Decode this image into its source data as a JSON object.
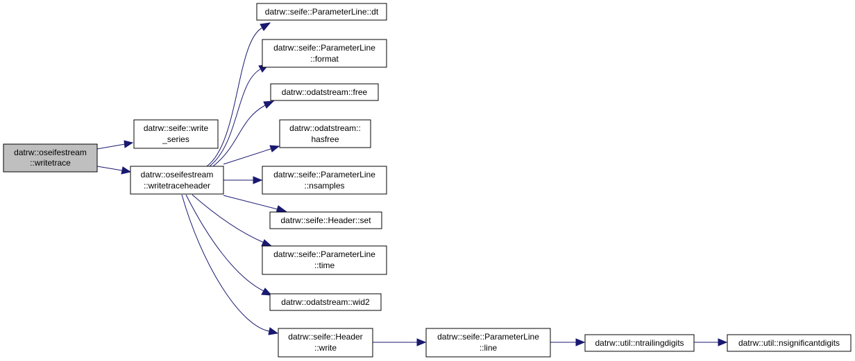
{
  "colors": {
    "edge": "#191970",
    "node_fill": "#ffffff",
    "root_fill": "#bfbfbf",
    "border": "#000000"
  },
  "nodes": {
    "root": {
      "lines": [
        "datrw::oseifestream",
        "::writetrace"
      ]
    },
    "write_series": {
      "lines": [
        "datrw::seife::write",
        "_series"
      ]
    },
    "writetraceheader": {
      "lines": [
        "datrw::oseifestream",
        "::writetraceheader"
      ]
    },
    "dt": {
      "lines": [
        "datrw::seife::ParameterLine::dt"
      ]
    },
    "format": {
      "lines": [
        "datrw::seife::ParameterLine",
        "::format"
      ]
    },
    "free": {
      "lines": [
        "datrw::odatstream::free"
      ]
    },
    "hasfree": {
      "lines": [
        "datrw::odatstream::",
        "hasfree"
      ]
    },
    "nsamples": {
      "lines": [
        "datrw::seife::ParameterLine",
        "::nsamples"
      ]
    },
    "header_set": {
      "lines": [
        "datrw::seife::Header::set"
      ]
    },
    "time": {
      "lines": [
        "datrw::seife::ParameterLine",
        "::time"
      ]
    },
    "wid2": {
      "lines": [
        "datrw::odatstream::wid2"
      ]
    },
    "header_write": {
      "lines": [
        "datrw::seife::Header",
        "::write"
      ]
    },
    "line": {
      "lines": [
        "datrw::seife::ParameterLine",
        "::line"
      ]
    },
    "ntrailingdigits": {
      "lines": [
        "datrw::util::ntrailingdigits"
      ]
    },
    "nsignificantdigits": {
      "lines": [
        "datrw::util::nsignificantdigits"
      ]
    }
  }
}
